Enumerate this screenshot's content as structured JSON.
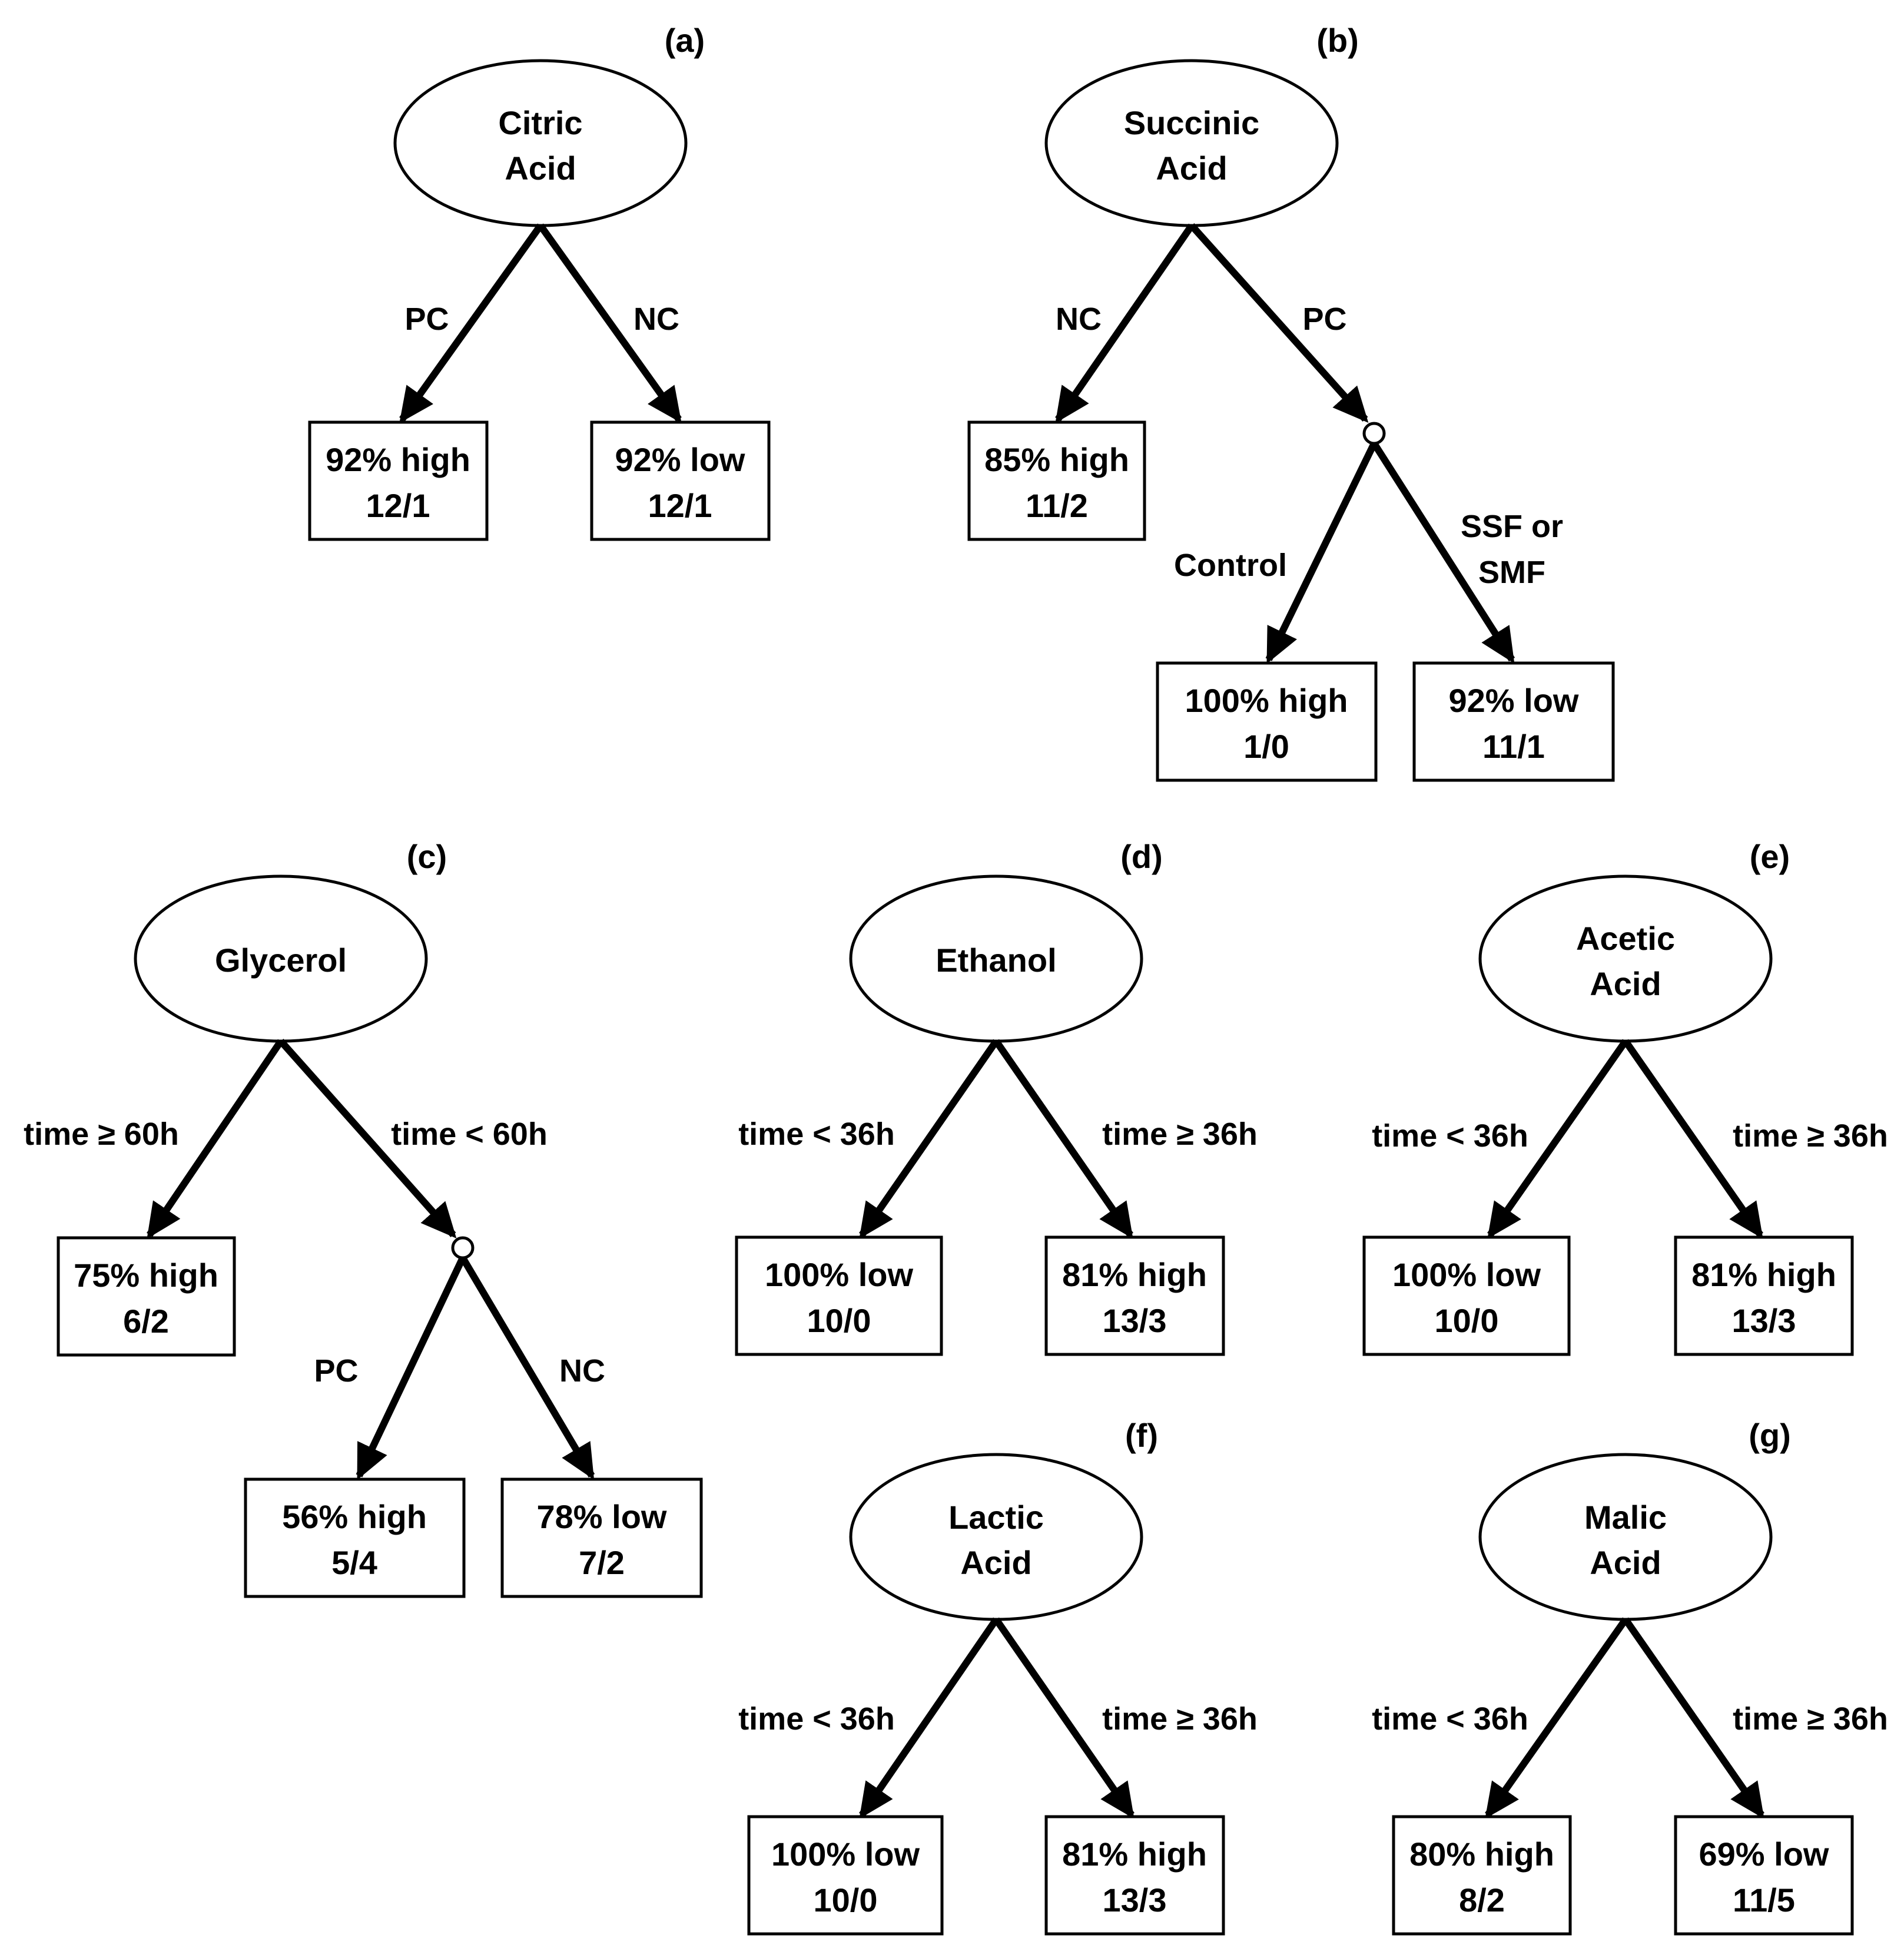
{
  "colors": {
    "stroke": "#000000",
    "background": "#ffffff"
  },
  "panels": [
    {
      "label": "(a)",
      "root": [
        "Citric",
        "Acid"
      ],
      "edges": {
        "left": [
          "PC"
        ],
        "right": [
          "NC"
        ]
      },
      "leaves": {
        "left": [
          "92% high",
          "12/1"
        ],
        "right": [
          "92% low",
          "12/1"
        ]
      }
    },
    {
      "label": "(b)",
      "root": [
        "Succinic",
        "Acid"
      ],
      "edges": {
        "left": [
          "NC"
        ],
        "right": [
          "PC"
        ],
        "sub_left": [
          "Control"
        ],
        "sub_right": [
          "SSF or",
          "SMF"
        ]
      },
      "leaves": {
        "left": [
          "85% high",
          "11/2"
        ],
        "sub_left": [
          "100% high",
          "1/0"
        ],
        "sub_right": [
          "92% low",
          "11/1"
        ]
      }
    },
    {
      "label": "(c)",
      "root": [
        "Glycerol"
      ],
      "edges": {
        "left": [
          "time ≥ 60h"
        ],
        "right": [
          "time < 60h"
        ],
        "sub_left": [
          "PC"
        ],
        "sub_right": [
          "NC"
        ]
      },
      "leaves": {
        "left": [
          "75% high",
          "6/2"
        ],
        "sub_left": [
          "56% high",
          "5/4"
        ],
        "sub_right": [
          "78% low",
          "7/2"
        ]
      }
    },
    {
      "label": "(d)",
      "root": [
        "Ethanol"
      ],
      "edges": {
        "left": [
          "time < 36h"
        ],
        "right": [
          "time ≥ 36h"
        ]
      },
      "leaves": {
        "left": [
          "100% low",
          "10/0"
        ],
        "right": [
          "81% high",
          "13/3"
        ]
      }
    },
    {
      "label": "(e)",
      "root": [
        "Acetic",
        "Acid"
      ],
      "edges": {
        "left": [
          "time < 36h"
        ],
        "right": [
          "time ≥ 36h"
        ]
      },
      "leaves": {
        "left": [
          "100% low",
          "10/0"
        ],
        "right": [
          "81% high",
          "13/3"
        ]
      }
    },
    {
      "label": "(f)",
      "root": [
        "Lactic",
        "Acid"
      ],
      "edges": {
        "left": [
          "time < 36h"
        ],
        "right": [
          "time ≥ 36h"
        ]
      },
      "leaves": {
        "left": [
          "100% low",
          "10/0"
        ],
        "right": [
          "81% high",
          "13/3"
        ]
      }
    },
    {
      "label": "(g)",
      "root": [
        "Malic",
        "Acid"
      ],
      "edges": {
        "left": [
          "time < 36h"
        ],
        "right": [
          "time ≥ 36h"
        ]
      },
      "leaves": {
        "left": [
          "80% high",
          "8/2"
        ],
        "right": [
          "69% low",
          "11/5"
        ]
      }
    }
  ]
}
